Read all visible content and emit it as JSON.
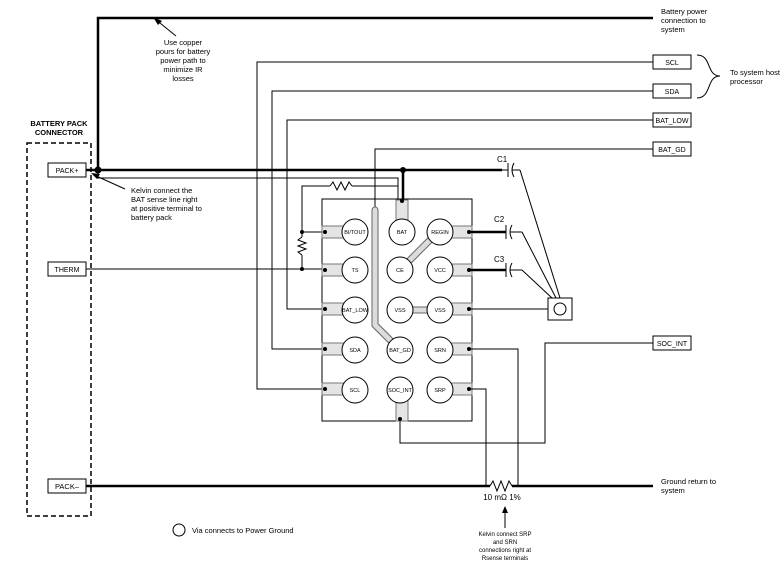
{
  "title": "",
  "connector": {
    "title_line1": "BATTERY PACK",
    "title_line2": "CONNECTOR"
  },
  "pack_pins": [
    {
      "id": "packp",
      "label": "PACK+"
    },
    {
      "id": "therm",
      "label": "THERM"
    },
    {
      "id": "packm",
      "label": "PACK–"
    }
  ],
  "host_pins": [
    {
      "id": "scl",
      "label": "SCL"
    },
    {
      "id": "sda",
      "label": "SDA"
    },
    {
      "id": "batlow",
      "label": "BAT_LOW"
    },
    {
      "id": "batgd",
      "label": "BAT_GD"
    },
    {
      "id": "socint",
      "label": "SOC_INT"
    }
  ],
  "ic_pins": [
    {
      "id": "bitout",
      "label": "BI/TOUT"
    },
    {
      "id": "bat",
      "label": "BAT"
    },
    {
      "id": "regin",
      "label": "REGIN"
    },
    {
      "id": "ts",
      "label": "TS"
    },
    {
      "id": "ce",
      "label": "CE"
    },
    {
      "id": "vcc",
      "label": "VCC"
    },
    {
      "id": "batlow_pin",
      "label": "BAT_LOW"
    },
    {
      "id": "vss1",
      "label": "VSS"
    },
    {
      "id": "vss2",
      "label": "VSS"
    },
    {
      "id": "sda_pin",
      "label": "SDA"
    },
    {
      "id": "batgd_pin",
      "label": "BAT_GD"
    },
    {
      "id": "srn",
      "label": "SRN"
    },
    {
      "id": "scl_pin",
      "label": "SCL"
    },
    {
      "id": "socint_pin",
      "label": "SOC_INT"
    },
    {
      "id": "srp",
      "label": "SRP"
    }
  ],
  "capacitors": [
    {
      "id": "c1",
      "label": "C1"
    },
    {
      "id": "c2",
      "label": "C2"
    },
    {
      "id": "c3",
      "label": "C3"
    }
  ],
  "annotations": {
    "battery_power": [
      "Battery power",
      "connection to",
      "system"
    ],
    "copper_pours": [
      "Use copper",
      "pours for battery",
      "power path to",
      "minimize IR",
      "losses"
    ],
    "host": [
      "To system host",
      "processor"
    ],
    "kelvin_bat": [
      "Kelvin connect the",
      "BAT sense line right",
      "at positive terminal to",
      "battery pack"
    ],
    "ground_return": [
      "Ground return to",
      "system"
    ],
    "rsense": "10 mΩ 1%",
    "kelvin_srp": [
      "Kelvin connect SRP",
      "and SRN",
      "connections right at",
      "Rsense terminals"
    ],
    "legend": "Via connects to Power Ground"
  }
}
